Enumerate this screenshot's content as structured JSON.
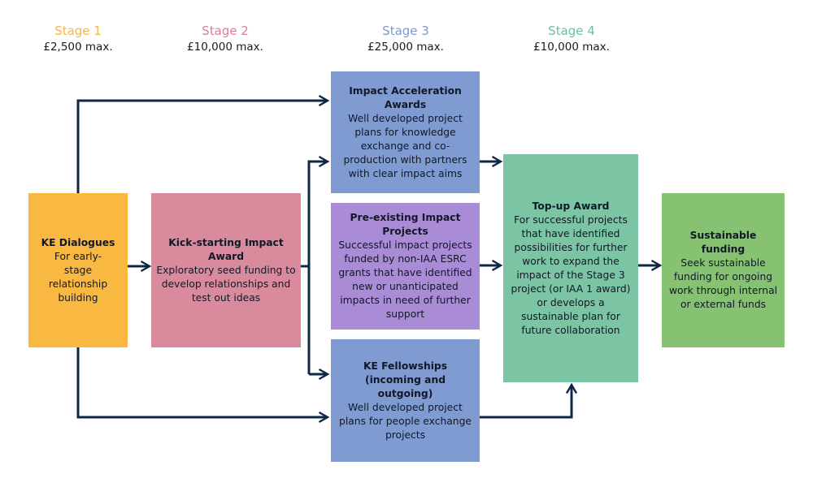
{
  "stages": [
    {
      "name": "Stage 1",
      "max": "£2,500 max.",
      "color": "#f6b64a"
    },
    {
      "name": "Stage 2",
      "max": "£10,000 max.",
      "color": "#d97c98"
    },
    {
      "name": "Stage 3",
      "max": "£25,000 max.",
      "color": "#7f98cc"
    },
    {
      "name": "Stage 4",
      "max": "£10,000 max.",
      "color": "#6fbf9d"
    }
  ],
  "boxes": {
    "ke_dialogues": {
      "title": "KE Dialogues",
      "body": "For early-stage relationship building",
      "color": "#f9b841"
    },
    "kick_starting": {
      "title": "Kick-starting Impact Award",
      "body": "Exploratory seed funding to develop relationships and test out ideas",
      "color": "#d98b9d"
    },
    "impact_acceleration": {
      "title": "Impact Acceleration Awards",
      "body": "Well developed project plans for knowledge exchange and co-production with partners with clear impact aims",
      "color": "#7f9bd1"
    },
    "pre_existing": {
      "title": "Pre-existing Impact Projects",
      "body": "Successful impact projects funded by non-IAA ESRC grants that have identified new or unanticipated impacts in need of further support",
      "color": "#a98bd6"
    },
    "ke_fellowships": {
      "title": "KE Fellowships (incoming and outgoing)",
      "body": "Well developed project plans for people exchange projects",
      "color": "#7f9bd1"
    },
    "top_up": {
      "title": "Top-up Award",
      "body": "For successful projects that have identified possibilities for further work to expand the impact of the Stage 3 project (or IAA 1 award) or develops a sustainable plan for future collaboration",
      "color": "#7bc5a4"
    },
    "sustainable": {
      "title": "Sustainable funding",
      "body": "Seek sustainable funding for ongoing work through internal or external funds",
      "color": "#86c272"
    }
  },
  "arrow_color": "#0e2747"
}
